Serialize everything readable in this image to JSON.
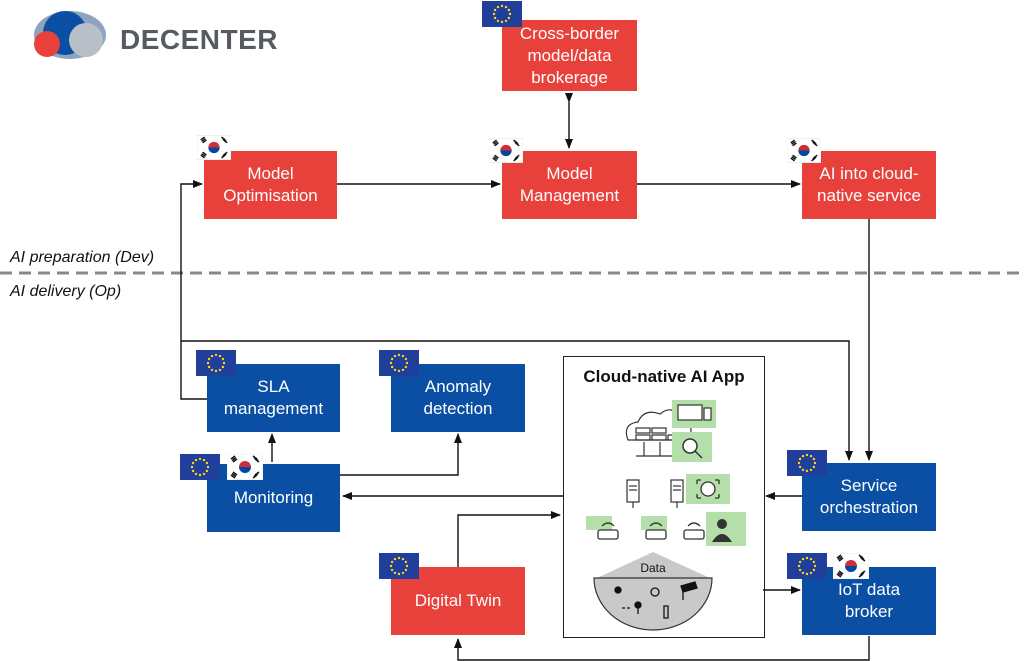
{
  "logo": {
    "text": "DECENTER"
  },
  "lanes": {
    "dev": "AI preparation (Dev)",
    "op": "AI delivery (Op)"
  },
  "boxes": {
    "cross_border": [
      "Cross-border",
      "model/data",
      "brokerage"
    ],
    "model_optimisation": [
      "Model",
      "Optimisation"
    ],
    "model_management": [
      "Model",
      "Management"
    ],
    "ai_cloud_native": [
      "AI into cloud-",
      "native service"
    ],
    "sla_management": [
      "SLA",
      "management"
    ],
    "anomaly_detection": [
      "Anomaly",
      "detection"
    ],
    "monitoring": [
      "Monitoring"
    ],
    "service_orchestration": [
      "Service",
      "orchestration"
    ],
    "digital_twin": [
      "Digital Twin"
    ],
    "iot_data_broker": [
      "IoT data",
      "broker"
    ]
  },
  "app": {
    "title": "Cloud-native AI App",
    "data_label": "Data"
  },
  "colors": {
    "red": "#e8403a",
    "blue": "#0a4fa3",
    "eu": "#1f3f9a",
    "eu_star": "#ffd617",
    "green": "#b5dfaa",
    "dashed_line": "#888888"
  }
}
